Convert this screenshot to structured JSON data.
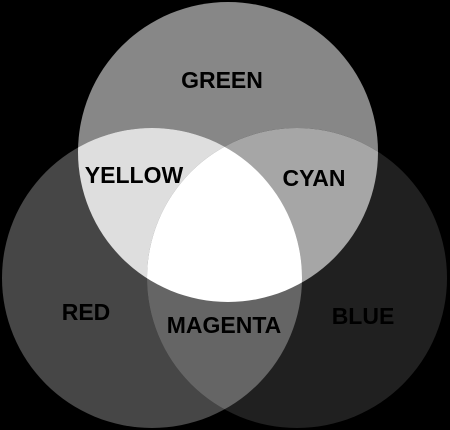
{
  "diagram": {
    "type": "venn",
    "background": "#000000",
    "sets": [
      {
        "id": "green",
        "label": "GREEN",
        "fill": "#878787"
      },
      {
        "id": "red",
        "label": "RED",
        "fill": "#464646"
      },
      {
        "id": "blue",
        "label": "BLUE",
        "fill": "#202020"
      }
    ],
    "intersections": [
      {
        "id": "yellow",
        "label": "YELLOW",
        "of": [
          "green",
          "red"
        ],
        "fill": "#dedede"
      },
      {
        "id": "cyan",
        "label": "CYAN",
        "of": [
          "green",
          "blue"
        ],
        "fill": "#a6a6a6"
      },
      {
        "id": "magenta",
        "label": "MAGENTA",
        "of": [
          "red",
          "blue"
        ],
        "fill": "#656565"
      },
      {
        "id": "white",
        "label": "",
        "of": [
          "green",
          "red",
          "blue"
        ],
        "fill": "#ffffff"
      }
    ]
  }
}
